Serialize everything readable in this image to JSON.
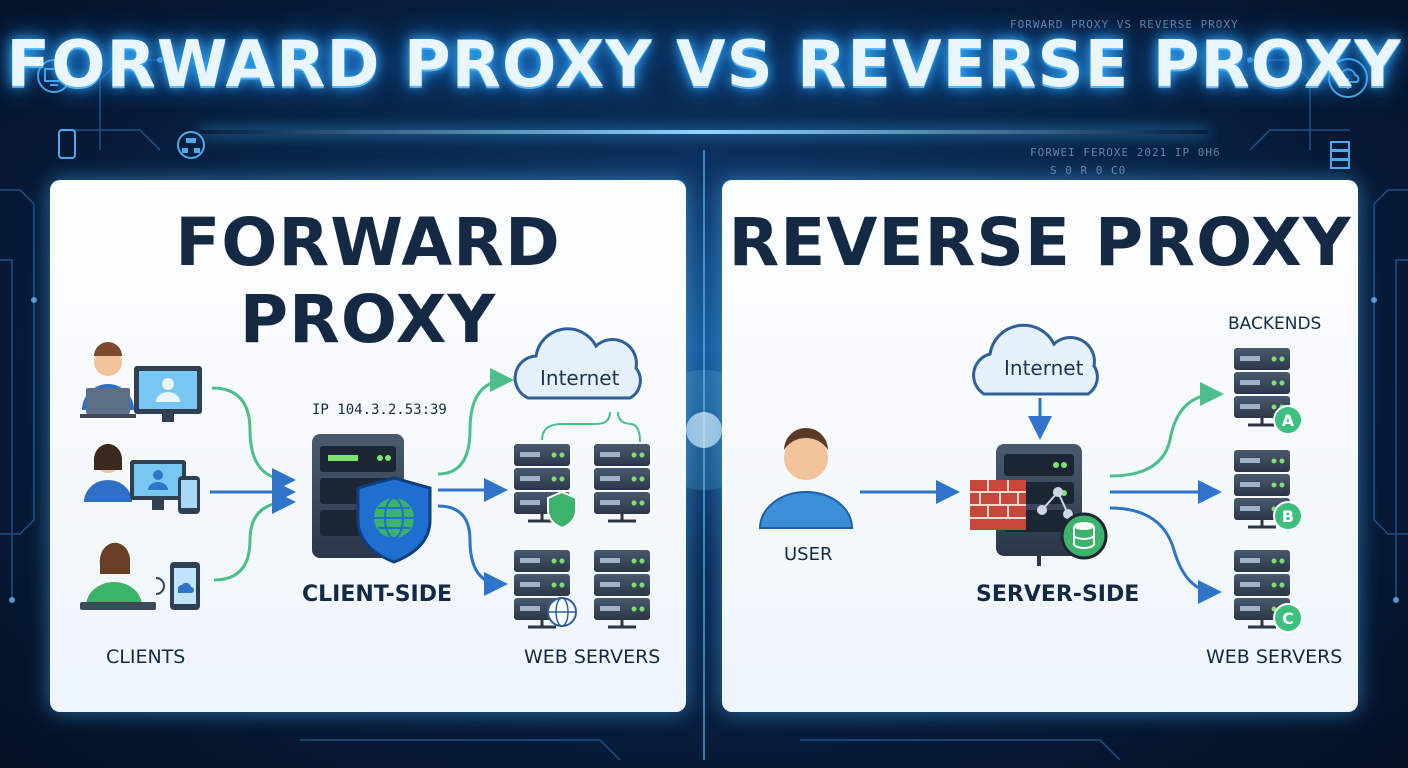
{
  "title": "FORWARD PROXY VS REVERSE PROXY",
  "watermarks": [
    "FORWARD PROXY VS REVERSE PROXY",
    "FORWEI FEROXE 2021 IP 0H6",
    "S 0 R 0 C0"
  ],
  "forward": {
    "title": "FORWARD PROXY",
    "proxy_ip": "IP 104.3.2.53:39",
    "internet": "Internet",
    "proxy_label": "CLIENT-SIDE",
    "clients_label": "CLIENTS",
    "servers_label": "WEB SERVERS"
  },
  "reverse": {
    "title": "REVERSE PROXY",
    "internet": "Internet",
    "user_label": "USER",
    "proxy_label": "SERVER-SIDE",
    "backends_label": "BACKENDS",
    "servers_label": "WEB SERVERS",
    "backend_badges": [
      "A",
      "B",
      "C"
    ]
  },
  "colors": {
    "navy": "#142a44",
    "arrow_blue": "#2f74c8",
    "arrow_green": "#4cbf8a",
    "shield": "#1f6fd1",
    "badge_green": "#3fbf7f"
  },
  "icons": [
    "person-laptop-icon",
    "monitor-icon",
    "phone-icon",
    "tablet-icon",
    "server-icon",
    "shield-globe-icon",
    "cloud-icon",
    "user-icon",
    "firewall-icon",
    "database-icon"
  ]
}
